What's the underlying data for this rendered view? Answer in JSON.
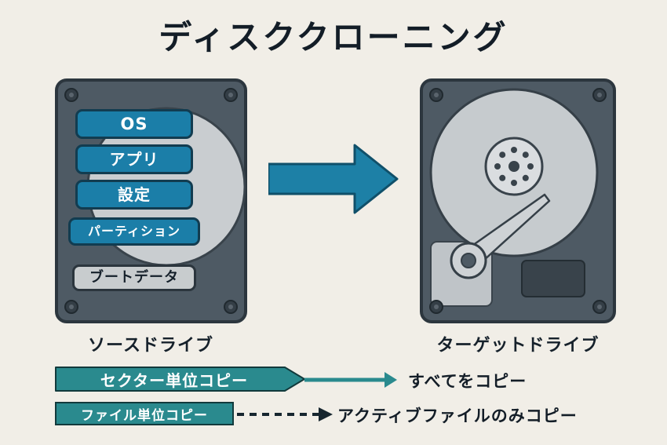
{
  "title": "ディスククローニング",
  "source_drive": {
    "label": "ソースドライブ",
    "layers": [
      {
        "label": "OS",
        "style": "teal"
      },
      {
        "label": "アプリ",
        "style": "teal"
      },
      {
        "label": "設定",
        "style": "teal"
      },
      {
        "label": "パーティション",
        "style": "teal"
      },
      {
        "label": "ブートデータ",
        "style": "gray"
      }
    ]
  },
  "target_drive": {
    "label": "ターゲットドライブ"
  },
  "clone_arrow": {
    "direction": "left-to-right"
  },
  "legend": [
    {
      "badge": "セクター単位コピー",
      "arrow_style": "solid",
      "description": "すべてをコピー"
    },
    {
      "badge": "ファイル単位コピー",
      "arrow_style": "dashed",
      "description": "アクティブファイルのみコピー"
    }
  ],
  "colors": {
    "background": "#f1eee7",
    "drive_body": "#4e5a64",
    "drive_outline": "#2c363e",
    "platter": "#c9cdd0",
    "layer_teal": "#1b7ea8",
    "layer_gray": "#c8ccce",
    "clone_arrow_teal": "#1d80a6",
    "legend_teal": "#2a8a8e",
    "text_dark": "#131d27"
  }
}
